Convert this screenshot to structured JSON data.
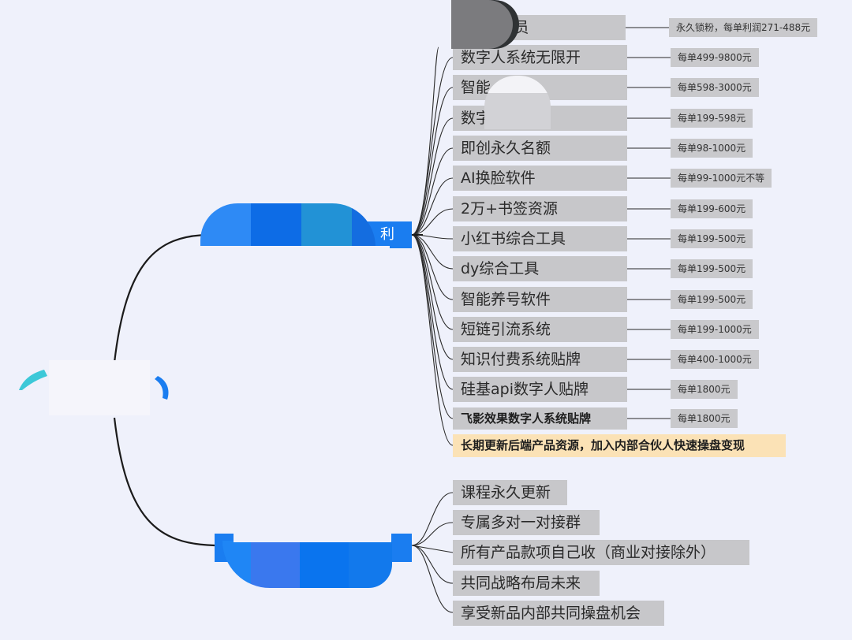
{
  "mindmap": {
    "root": {
      "label": ""
    },
    "branches": [
      {
        "id": "products",
        "label": "利",
        "color": "#1a7df0",
        "children": [
          {
            "label": "1688会员",
            "note": "永久锁粉，每单利润271-488元"
          },
          {
            "label": "数字人系统无限开",
            "note": "每单499-9800元"
          },
          {
            "label": "智能…0",
            "note": "每单598-3000元"
          },
          {
            "label": "数字人…版",
            "note": "每单199-598元"
          },
          {
            "label": "即创永久名额",
            "note": "每单98-1000元"
          },
          {
            "label": "AI换脸软件",
            "note": "每单99-1000元不等"
          },
          {
            "label": "2万+书签资源",
            "note": "每单199-600元"
          },
          {
            "label": "小红书综合工具",
            "note": "每单199-500元"
          },
          {
            "label": "dy综合工具",
            "note": "每单199-500元"
          },
          {
            "label": "智能养号软件",
            "note": "每单199-500元"
          },
          {
            "label": "短链引流系统",
            "note": "每单199-1000元"
          },
          {
            "label": "知识付费系统贴牌",
            "note": "每单400-1000元"
          },
          {
            "label": "硅基api数字人贴牌",
            "note": "每单1800元"
          },
          {
            "label": "飞影效果数字人系统贴牌",
            "note": "每单1800元"
          },
          {
            "label": "长期更新后端产品资源，加入内部合伙人快速操盘变现",
            "note": ""
          }
        ]
      },
      {
        "id": "benefits",
        "label": "",
        "color": "#1a7df0",
        "children": [
          {
            "label": "课程永久更新"
          },
          {
            "label": "专属多对一对接群"
          },
          {
            "label": "所有产品款项自己收（商业对接除外）"
          },
          {
            "label": "共同战略布局未来"
          },
          {
            "label": "享受新品内部共同操盘机会"
          }
        ]
      }
    ],
    "colors": {
      "background": "#eff1fb",
      "node_fill": "#c7c7ca",
      "highlight_fill": "#fbe2b6",
      "branch_fill": "#1a7df0",
      "link": "#1b1b1b"
    }
  }
}
